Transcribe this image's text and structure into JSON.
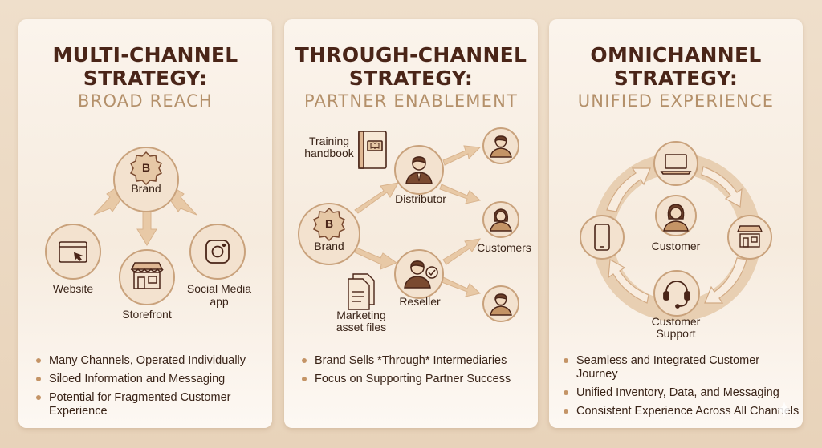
{
  "panels": [
    {
      "title_line1": "MULTI-CHANNEL",
      "title_line2": "STRATEGY:",
      "subtitle": "BROAD REACH",
      "brand_badge": "B",
      "nodes": {
        "brand": "Brand",
        "website": "Website",
        "storefront": "Storefront",
        "social_line1": "Social Media",
        "social_line2": "app"
      },
      "bullets": [
        "Many Channels, Operated Individually",
        "Siloed Information and Messaging",
        "Potential for Fragmented Customer Experience"
      ]
    },
    {
      "title_line1": "THROUGH-CHANNEL",
      "title_line2": "STRATEGY:",
      "subtitle": "PARTNER ENABLEMENT",
      "brand_badge": "B",
      "nodes": {
        "training_line1": "Training",
        "training_line2": "handbook",
        "distributor": "Distributor",
        "brand": "Brand",
        "customers": "Customers",
        "reseller": "Reseller",
        "marketing_line1": "Marketing",
        "marketing_line2": "asset files"
      },
      "bullets": [
        "Brand Sells *Through* Intermediaries",
        "Focus on Supporting Partner Success"
      ]
    },
    {
      "title_line1": "OMNICHANNEL",
      "title_line2": "STRATEGY:",
      "subtitle": "UNIFIED EXPERIENCE",
      "nodes": {
        "customer": "Customer",
        "support_line1": "Customer",
        "support_line2": "Support"
      },
      "bullets": [
        "Seamless and Integrated Customer Journey",
        "Unified Inventory, Data, and Messaging",
        "Consistent Experience Across All Channels"
      ]
    }
  ],
  "colors": {
    "title": "#4a2518",
    "subtitle": "#b4906a",
    "accent": "#c49466",
    "node_fill": "#f3e2cf",
    "node_stroke": "#c9a27c",
    "arrow": "#e2c3a1"
  }
}
